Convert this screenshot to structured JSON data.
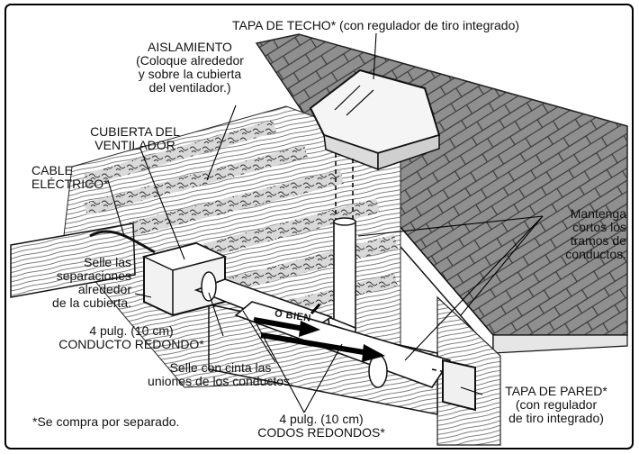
{
  "labels": {
    "roof_cap": "TAPA DE TECHO* (con regulador de tiro integrado)",
    "insulation": "AISLAMIENTO\n(Coloque alrededor\ny sobre la cubierta\ndel ventilador.)",
    "fan_housing": "CUBIERTA DEL\nVENTILADOR",
    "cable": "CABLE\nELÉCTRICO*",
    "seal_gaps": "Selle las\nseparaciones\nalrededor\nde la cubierta.",
    "round_duct": "4 pulg. (10 cm)\nCONDUCTO REDONDO*",
    "tape_joints": "Selle con cinta las\nuniones de los conductos.",
    "keep_short": "Mantenga\ncortos los\ntramos de\nconductos.",
    "wall_cap": "TAPA DE PARED*\n(con regulador\nde tiro integrado)",
    "elbows": "4 pulg. (10 cm)\nCODOS REDONDOS*",
    "purchased": "*Se compra por separado.",
    "or_else": "O BIEN"
  }
}
